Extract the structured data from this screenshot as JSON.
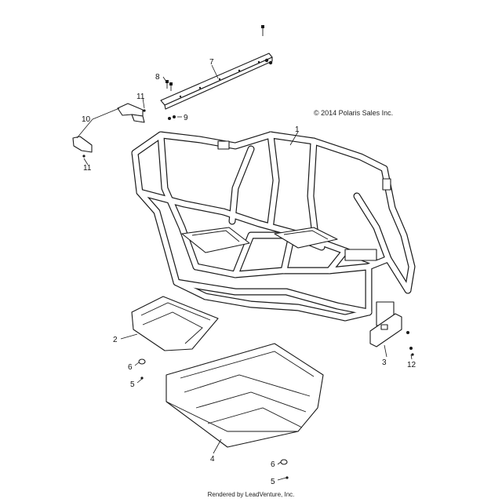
{
  "copyright": "© 2014 Polaris Sales Inc.",
  "footer": "Rendered by LeadVenture, Inc.",
  "callouts": [
    "1",
    "2",
    "3",
    "4",
    "5",
    "5",
    "6",
    "6",
    "7",
    "8",
    "9",
    "10",
    "11",
    "11",
    "12"
  ]
}
